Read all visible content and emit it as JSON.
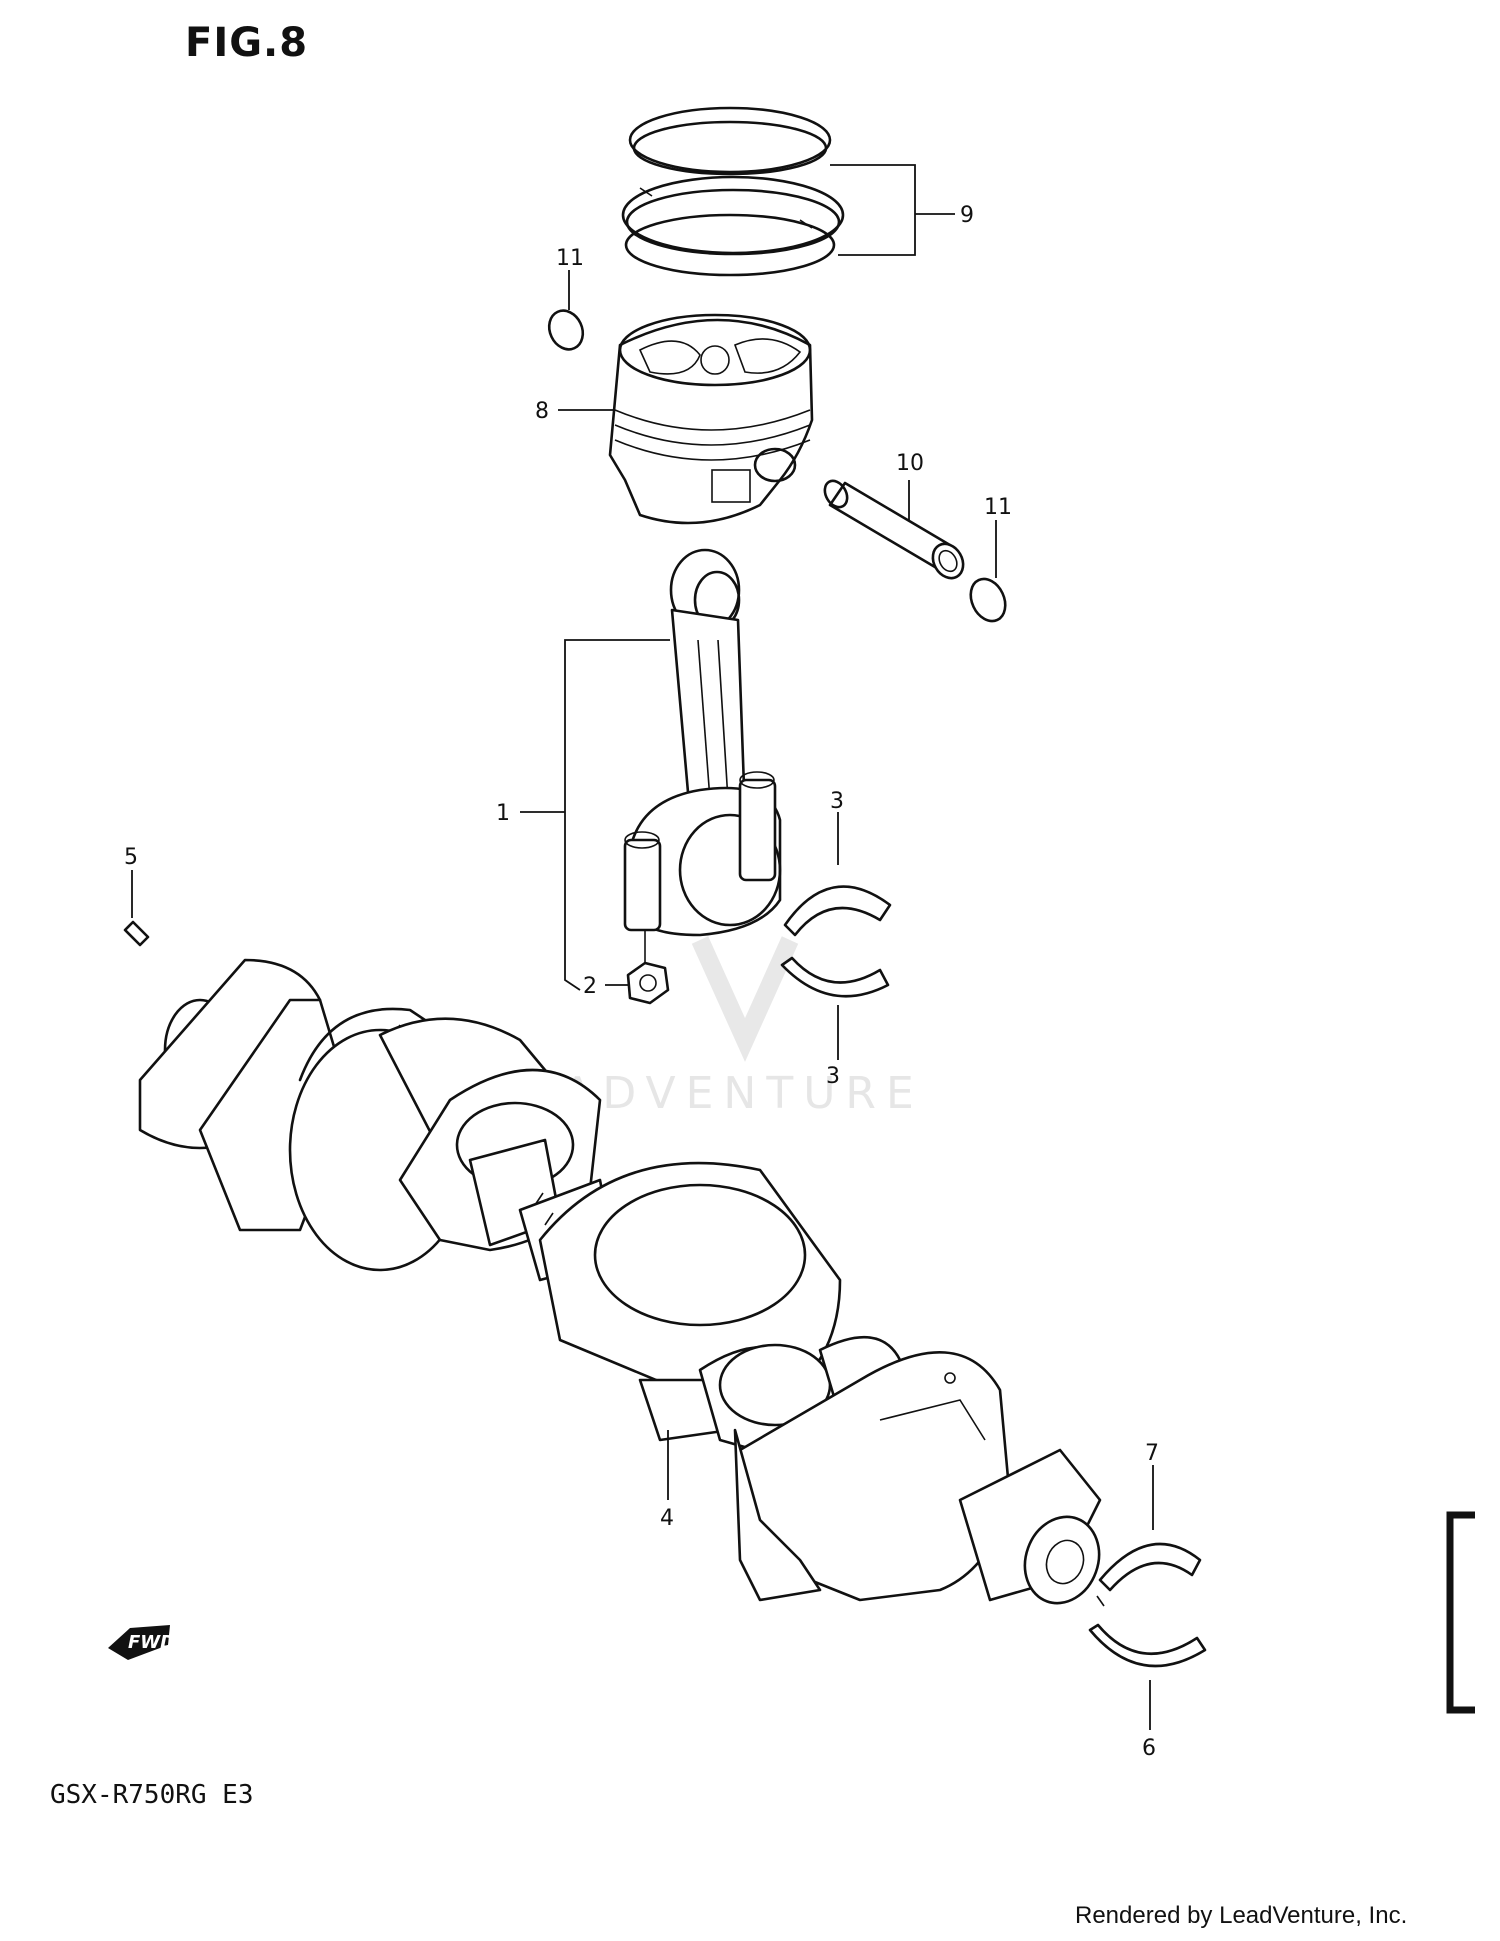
{
  "figure": {
    "title": "FIG.8"
  },
  "model": {
    "code": "GSX-R750RG  E3"
  },
  "footer": {
    "rendered_by": "Rendered by LeadVenture, Inc."
  },
  "watermark": {
    "text": "LEADVENTURE"
  },
  "fwd_mark": {
    "text": "FWD"
  },
  "callouts": {
    "c1": "1",
    "c2": "2",
    "c3a": "3",
    "c3b": "3",
    "c4": "4",
    "c5": "5",
    "c6": "6",
    "c7": "7",
    "c8": "8",
    "c9": "9",
    "c10": "10",
    "c11a": "11",
    "c11b": "11"
  },
  "parts": [
    {
      "callout": "1",
      "icon": "connecting-rod-icon"
    },
    {
      "callout": "2",
      "icon": "nut-icon"
    },
    {
      "callout": "3",
      "icon": "bearing-shell-icon"
    },
    {
      "callout": "4",
      "icon": "crankshaft-icon"
    },
    {
      "callout": "5",
      "icon": "dowel-pin-icon"
    },
    {
      "callout": "6",
      "icon": "bearing-shell-icon"
    },
    {
      "callout": "7",
      "icon": "bearing-shell-icon"
    },
    {
      "callout": "8",
      "icon": "piston-icon"
    },
    {
      "callout": "9",
      "icon": "piston-ring-icon"
    },
    {
      "callout": "10",
      "icon": "piston-pin-icon"
    },
    {
      "callout": "11",
      "icon": "circlip-icon"
    }
  ]
}
